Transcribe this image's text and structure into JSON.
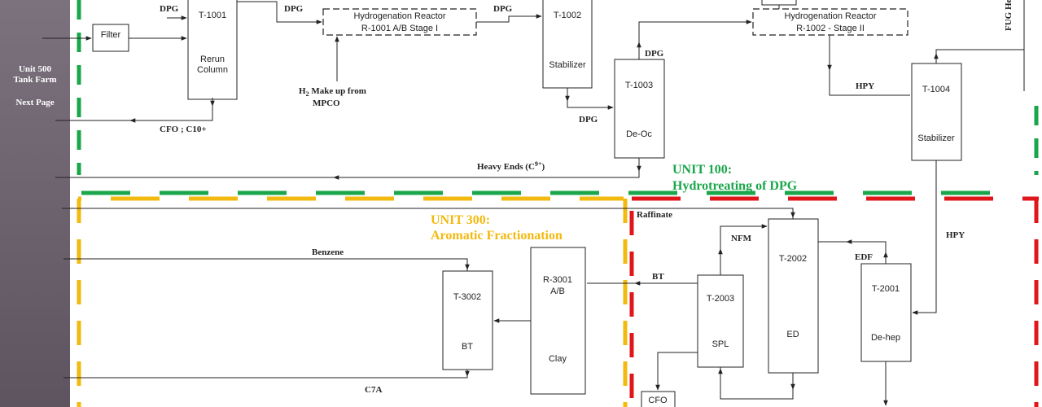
{
  "sidebar": {
    "unit_label_line1": "Unit 500",
    "unit_label_line2": "Tank Farm",
    "next_page": "Next Page"
  },
  "units": {
    "unit100_line1": "UNIT 100:",
    "unit100_line2": "Hydrotreating of DPG",
    "unit300_line1": "UNIT 300:",
    "unit300_line2": "Aromatic Fractionation"
  },
  "equipment": {
    "filter": "Filter",
    "t1001_tag": "T-1001",
    "t1001_name1": "Rerun",
    "t1001_name2": "Column",
    "r1001_line1": "Hydrogenation Reactor",
    "r1001_line2": "R-1001 A/B Stage I",
    "t1002_tag": "T-1002",
    "t1002_name": "Stabilizer",
    "t1003_tag": "T-1003",
    "t1003_name": "De-Oc",
    "r1002_line1": "Hydrogenation Reactor",
    "r1002_line2": "R-1002 - Stage II",
    "t1004_tag": "T-1004",
    "t1004_name": "Stabilizer",
    "t3002_tag": "T-3002",
    "t3002_name": "BT",
    "r3001_tag1": "R-3001",
    "r3001_tag2": "A/B",
    "r3001_name": "Clay",
    "t2003_tag": "T-2003",
    "t2003_name": "SPL",
    "t2002_tag": "T-2002",
    "t2002_name": "ED",
    "t2001_tag": "T-2001",
    "t2001_name": "De-hep",
    "cfo_box": "CFO"
  },
  "streams": {
    "dpg_1": "DPG",
    "dpg_2": "DPG",
    "dpg_3": "DPG",
    "dpg_4": "DPG",
    "dpg_5": "DPG",
    "h2_makeup_1": "H",
    "h2_makeup_sub": "2",
    "h2_makeup_2": " Make up from",
    "mpco": "MPCO",
    "cfo_c10": "CFO ; C10+",
    "heavy_ends": "Heavy Ends (C",
    "heavy_ends_sup": "9+",
    "heavy_ends_close": ")",
    "hpy_1": "HPY",
    "hpy_2": "HPY",
    "fug_he": "FUG He",
    "raffinate": "Raffinate",
    "nfm": "NFM",
    "edf": "EDF",
    "bt": "BT",
    "benzene": "Benzene",
    "c7a": "C7A"
  },
  "colors": {
    "sidebar": "#6e6470",
    "unit100": "#1aa64a",
    "unit300": "#f2b90f",
    "unit200": "#e0161b"
  }
}
